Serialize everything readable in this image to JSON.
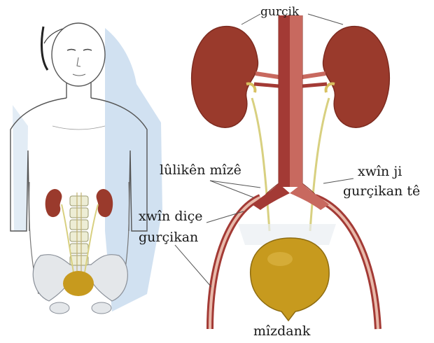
{
  "labels": {
    "kidney": "gurçik",
    "ureter": "lûlikên mîzê",
    "vein_line1": "xwîn ji",
    "vein_line2": "gurçikan tê",
    "artery_line1": "xwîn diçe",
    "artery_line2": "gurçikan",
    "bladder": "mîzdank"
  },
  "colors": {
    "kidney": "#9a3a2c",
    "artery": "#c8695f",
    "vein": "#a33a35",
    "bladder": "#c79a1e",
    "ureter": "#d8d080",
    "skin_shadow": "#c9dcee"
  }
}
